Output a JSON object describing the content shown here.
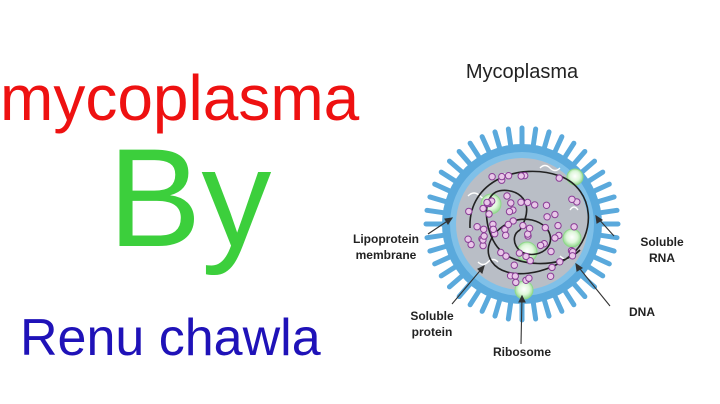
{
  "left": {
    "title": "mycoplasma",
    "by": "By",
    "author": "Renu chawla"
  },
  "diagram": {
    "title": "Mycoplasma",
    "labels": {
      "lipoprotein_1": "Lipoprotein",
      "lipoprotein_2": "membrane",
      "soluble_rna_1": "Soluble",
      "soluble_rna_2": "RNA",
      "soluble_protein_1": "Soluble",
      "soluble_protein_2": "protein",
      "dna": "DNA",
      "ribosome": "Ribosome"
    },
    "colors": {
      "membrane": "#5aa9dc",
      "cytoplasm": "#b9bec6",
      "ribosome_fill": "#e9c7e9",
      "ribosome_stroke": "#8a3d96",
      "granule": "#c9f3c4",
      "dna": "#222222"
    }
  }
}
